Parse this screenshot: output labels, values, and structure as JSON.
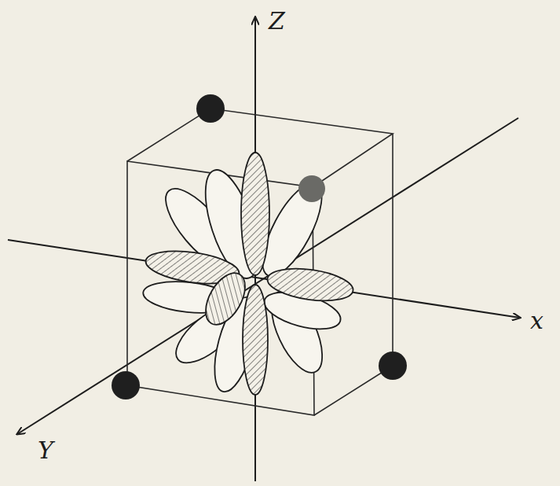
{
  "diagram": {
    "labels": [
      "Z",
      "x",
      "Y"
    ]
  }
}
